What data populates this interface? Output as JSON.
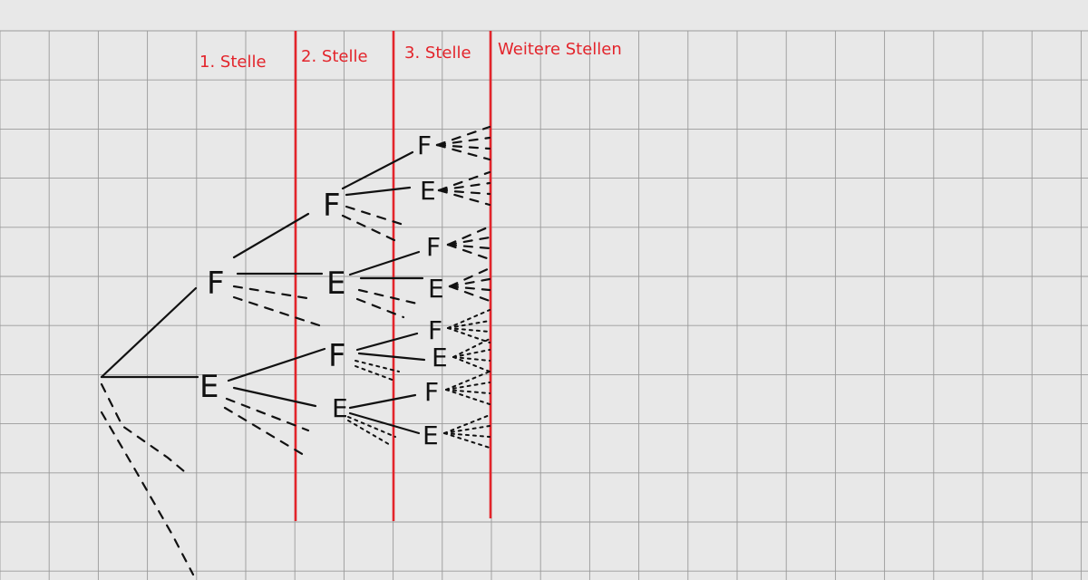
{
  "headers": {
    "col1": "1. Stelle",
    "col2": "2. Stelle",
    "col3": "3. Stelle",
    "col4": "Weitere Stellen"
  },
  "nodes": {
    "l1_top": "F",
    "l1_bottom": "E",
    "l2_a": "F",
    "l2_b": "E",
    "l2_c": "F",
    "l2_d": "E",
    "l3_a": "F",
    "l3_b": "E",
    "l3_c": "F",
    "l3_d": "E",
    "l3_e": "F",
    "l3_f": "E",
    "l3_g": "F",
    "l3_h": "E"
  },
  "colors": {
    "background": "#e8e8e8",
    "grid": "#9a9a9a",
    "divider": "#e3242b",
    "ink": "#111111"
  }
}
